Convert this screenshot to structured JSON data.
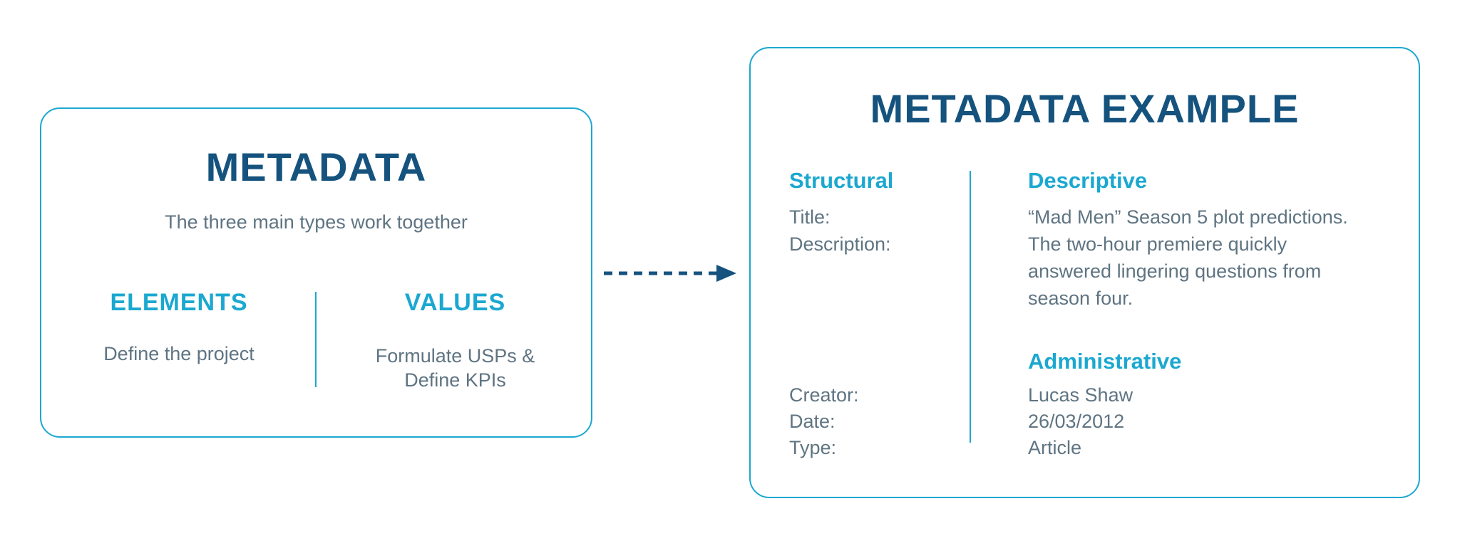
{
  "colors": {
    "navy": "#15537E",
    "cyan": "#1BA8D0",
    "text_gray": "#5F7482",
    "background": "#FFFFFF"
  },
  "left_box": {
    "title": "METADATA",
    "subtitle": "The three main types work together",
    "columns": [
      {
        "heading": "ELEMENTS",
        "description_lines": [
          "Define the project"
        ]
      },
      {
        "heading": "VALUES",
        "description_lines": [
          "Formulate USPs &",
          "Define KPIs"
        ]
      }
    ]
  },
  "connector": {
    "type": "dashed-arrow",
    "direction": "right"
  },
  "right_box": {
    "title": "METADATA EXAMPLE",
    "headings": {
      "structural": "Structural",
      "descriptive": "Descriptive",
      "administrative": "Administrative"
    },
    "fields": {
      "title": {
        "label": "Title:",
        "value": "“Mad Men” Season 5 plot predictions."
      },
      "description": {
        "label": "Description:",
        "value_lines": [
          "The two-hour premiere quickly",
          "answered lingering questions from",
          "season four."
        ]
      },
      "creator": {
        "label": "Creator:",
        "value": "Lucas Shaw"
      },
      "date": {
        "label": "Date:",
        "value": "26/03/2012"
      },
      "type": {
        "label": "Type:",
        "value": "Article"
      }
    }
  }
}
